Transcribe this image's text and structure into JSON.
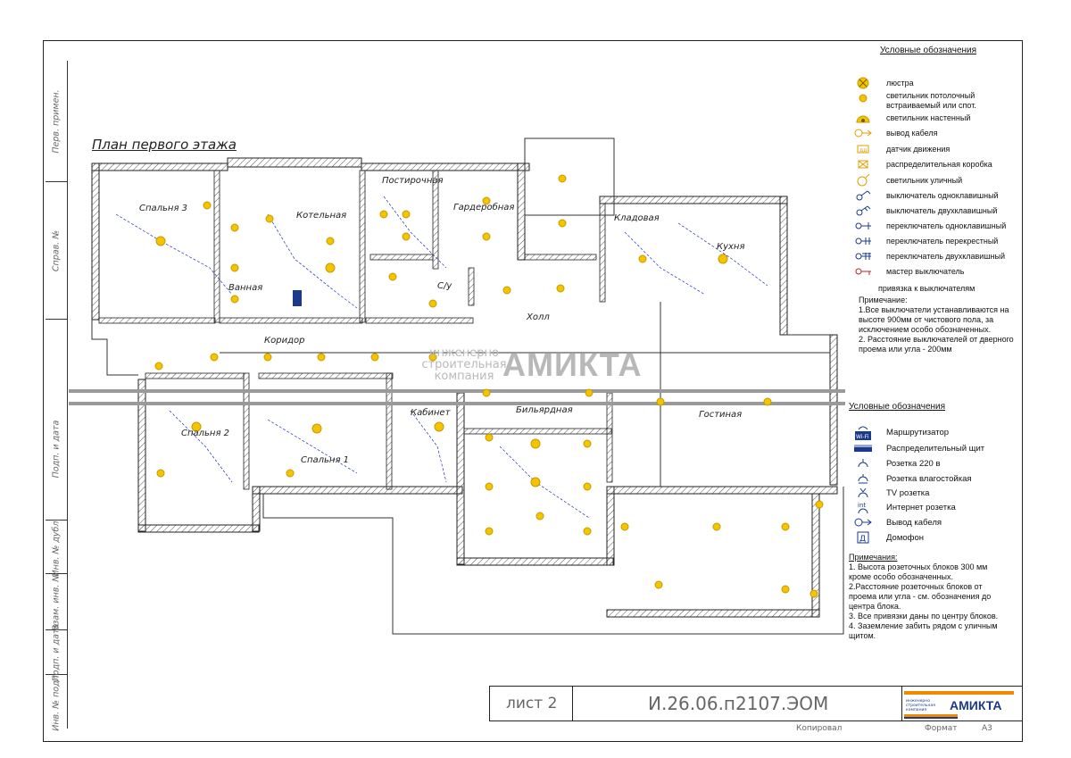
{
  "side_stamp": [
    "Перв. примен.",
    "Справ. №",
    "Подп. и дата",
    "Инв. № дубл.",
    "Взам. инв. №",
    "Подп. и дата",
    "Инв. № подл."
  ],
  "plan": {
    "title": "План первого этажа",
    "rooms": [
      "Спальня 3",
      "Котельная",
      "Постирочная",
      "Гардеробная",
      "Кладовая",
      "Кухня",
      "Ванная",
      "С/у",
      "Холл",
      "Коридор",
      "Кабинет",
      "Бильярдная",
      "Гостиная",
      "Спальня 2",
      "Спальня 1"
    ]
  },
  "watermark": {
    "sub": "инженерно строительная компания",
    "brand": "АМИКТА"
  },
  "legend1": {
    "title": "Условные обозначения",
    "items": [
      {
        "icon": "chandelier-icon",
        "label": "люстра"
      },
      {
        "icon": "ceiling-light-icon",
        "label": "светильник потолочный встраиваемый или спот."
      },
      {
        "icon": "wall-light-icon",
        "label": "светильник настенный"
      },
      {
        "icon": "cable-outlet-icon",
        "label": "вывод кабеля"
      },
      {
        "icon": "motion-sensor-icon",
        "label": "датчик движения"
      },
      {
        "icon": "junction-box-icon",
        "label": "распределительная коробка"
      },
      {
        "icon": "street-light-icon",
        "label": "светильник уличный"
      },
      {
        "icon": "switch-single-icon",
        "label": "выключатель одноклавишный"
      },
      {
        "icon": "switch-double-icon",
        "label": "выключатель двухклавишный"
      },
      {
        "icon": "toggle-single-icon",
        "label": "переключатель одноклавишный"
      },
      {
        "icon": "toggle-cross-icon",
        "label": "переключатель перекрестный"
      },
      {
        "icon": "toggle-double-icon",
        "label": "переключатель двухклавишный"
      },
      {
        "icon": "master-switch-icon",
        "label": "мастер выключатель"
      }
    ],
    "anchor_note": "привязка к выключателям",
    "notes_title": "Примечание:",
    "notes": [
      "1.Все выключатели устанавливаются на",
      "высоте 900мм от чистового пола, за",
      "исключением особо обозначенных.",
      "2. Расстояние выключателей от дверного",
      "проема или угла - 200мм"
    ]
  },
  "legend2": {
    "title": "Условные обозначения",
    "items": [
      {
        "icon": "router-icon",
        "label": "Маршрутизатор"
      },
      {
        "icon": "panel-icon",
        "label": "Распределительный щит"
      },
      {
        "icon": "socket-icon",
        "label": "Розетка 220 в"
      },
      {
        "icon": "socket-wet-icon",
        "label": "Розетка влагостойкая"
      },
      {
        "icon": "tv-socket-icon",
        "label": "TV розетка"
      },
      {
        "icon": "internet-socket-icon",
        "label": "Интернет розетка"
      },
      {
        "icon": "cable-outlet-icon",
        "label": "Вывод кабеля"
      },
      {
        "icon": "intercom-icon",
        "label": "Домофон"
      }
    ],
    "router_glyph": "Wi-Fi",
    "internet_glyph": "int",
    "intercom_glyph": "Д",
    "notes_title": "Примечания:",
    "notes": [
      "1. Высота розеточных блоков 300 мм",
      "кроме особо обозначенных.",
      "2.Расстояние розеточных блоков от",
      "проема или угла - см. обозначения до",
      "центра блока.",
      "3. Все привязки даны по центру блоков.",
      "4. Заземление забить рядом с уличным",
      "щитом."
    ]
  },
  "stamp": {
    "sheet": "лист 2",
    "code": "И.26.06.п2107.ЭОМ",
    "logo_sub": "инженерно строительная компания",
    "logo_brand": "АМИКТА",
    "copied": "Копировал",
    "format_label": "Формат",
    "format_value": "А3"
  },
  "colors": {
    "lamp": "#f4c400",
    "wall_hatch": "#555555",
    "wire": "#2030c8",
    "band": "#9a9a9a",
    "logo_orange": "#f08a00",
    "logo_blue": "#1b3a8c"
  }
}
